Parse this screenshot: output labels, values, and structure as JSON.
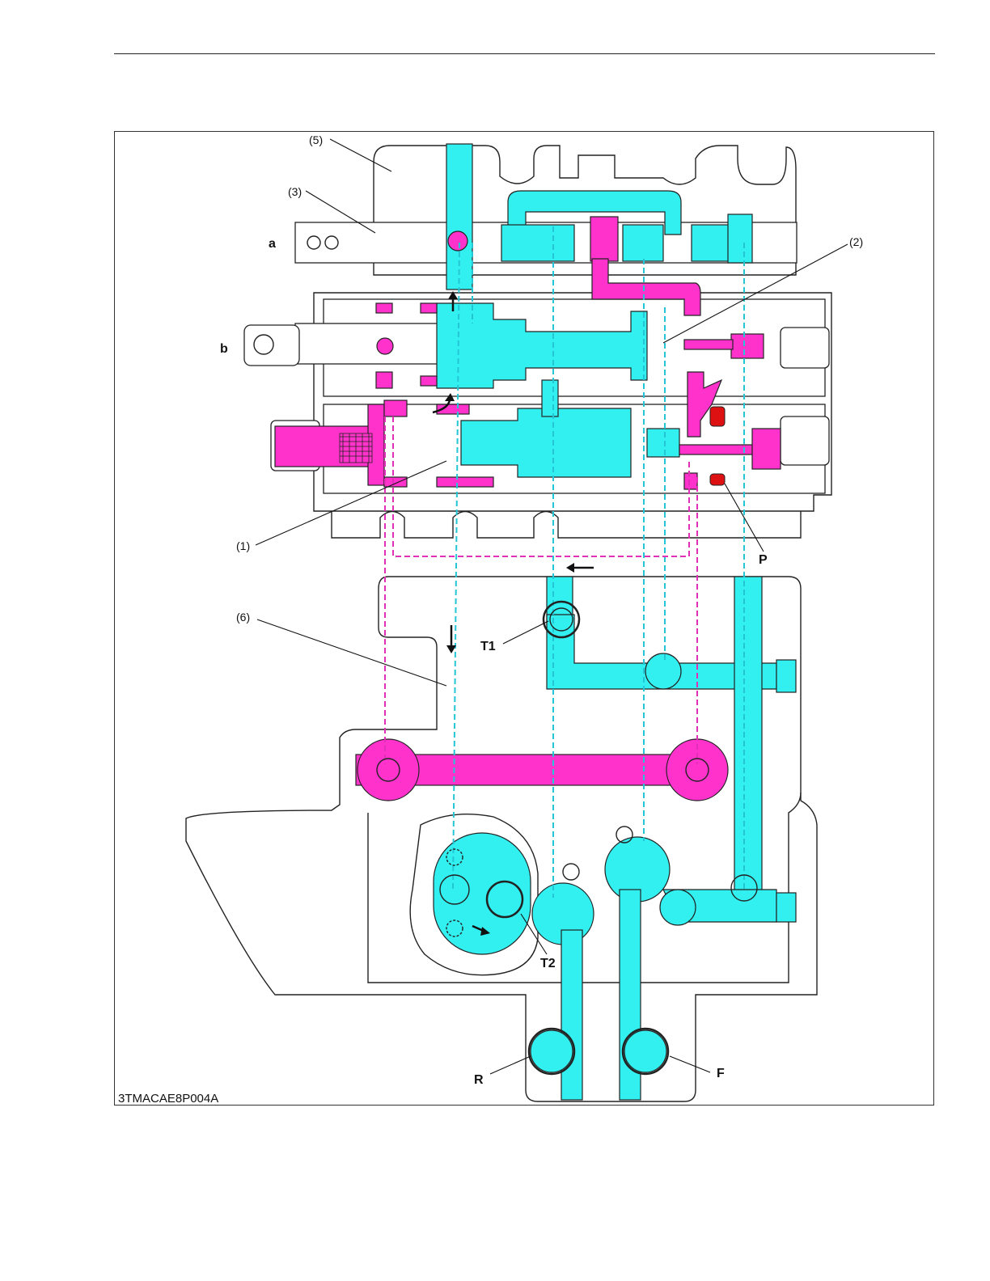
{
  "diagram": {
    "figure_code": "3TMACAE8P004A",
    "labels": {
      "part_1": "(1)",
      "part_2": "(2)",
      "part_3": "(3)",
      "part_5": "(5)",
      "part_6": "(6)",
      "port_a": "a",
      "port_b": "b",
      "port_p": "P",
      "port_t1": "T1",
      "port_t2": "T2",
      "port_r": "R",
      "port_f": "F"
    },
    "colors": {
      "tank_oil": "#33f0f0",
      "pressure_oil": "#ff33cc",
      "pump_port": "#dd1111",
      "outline": "#222222"
    }
  }
}
